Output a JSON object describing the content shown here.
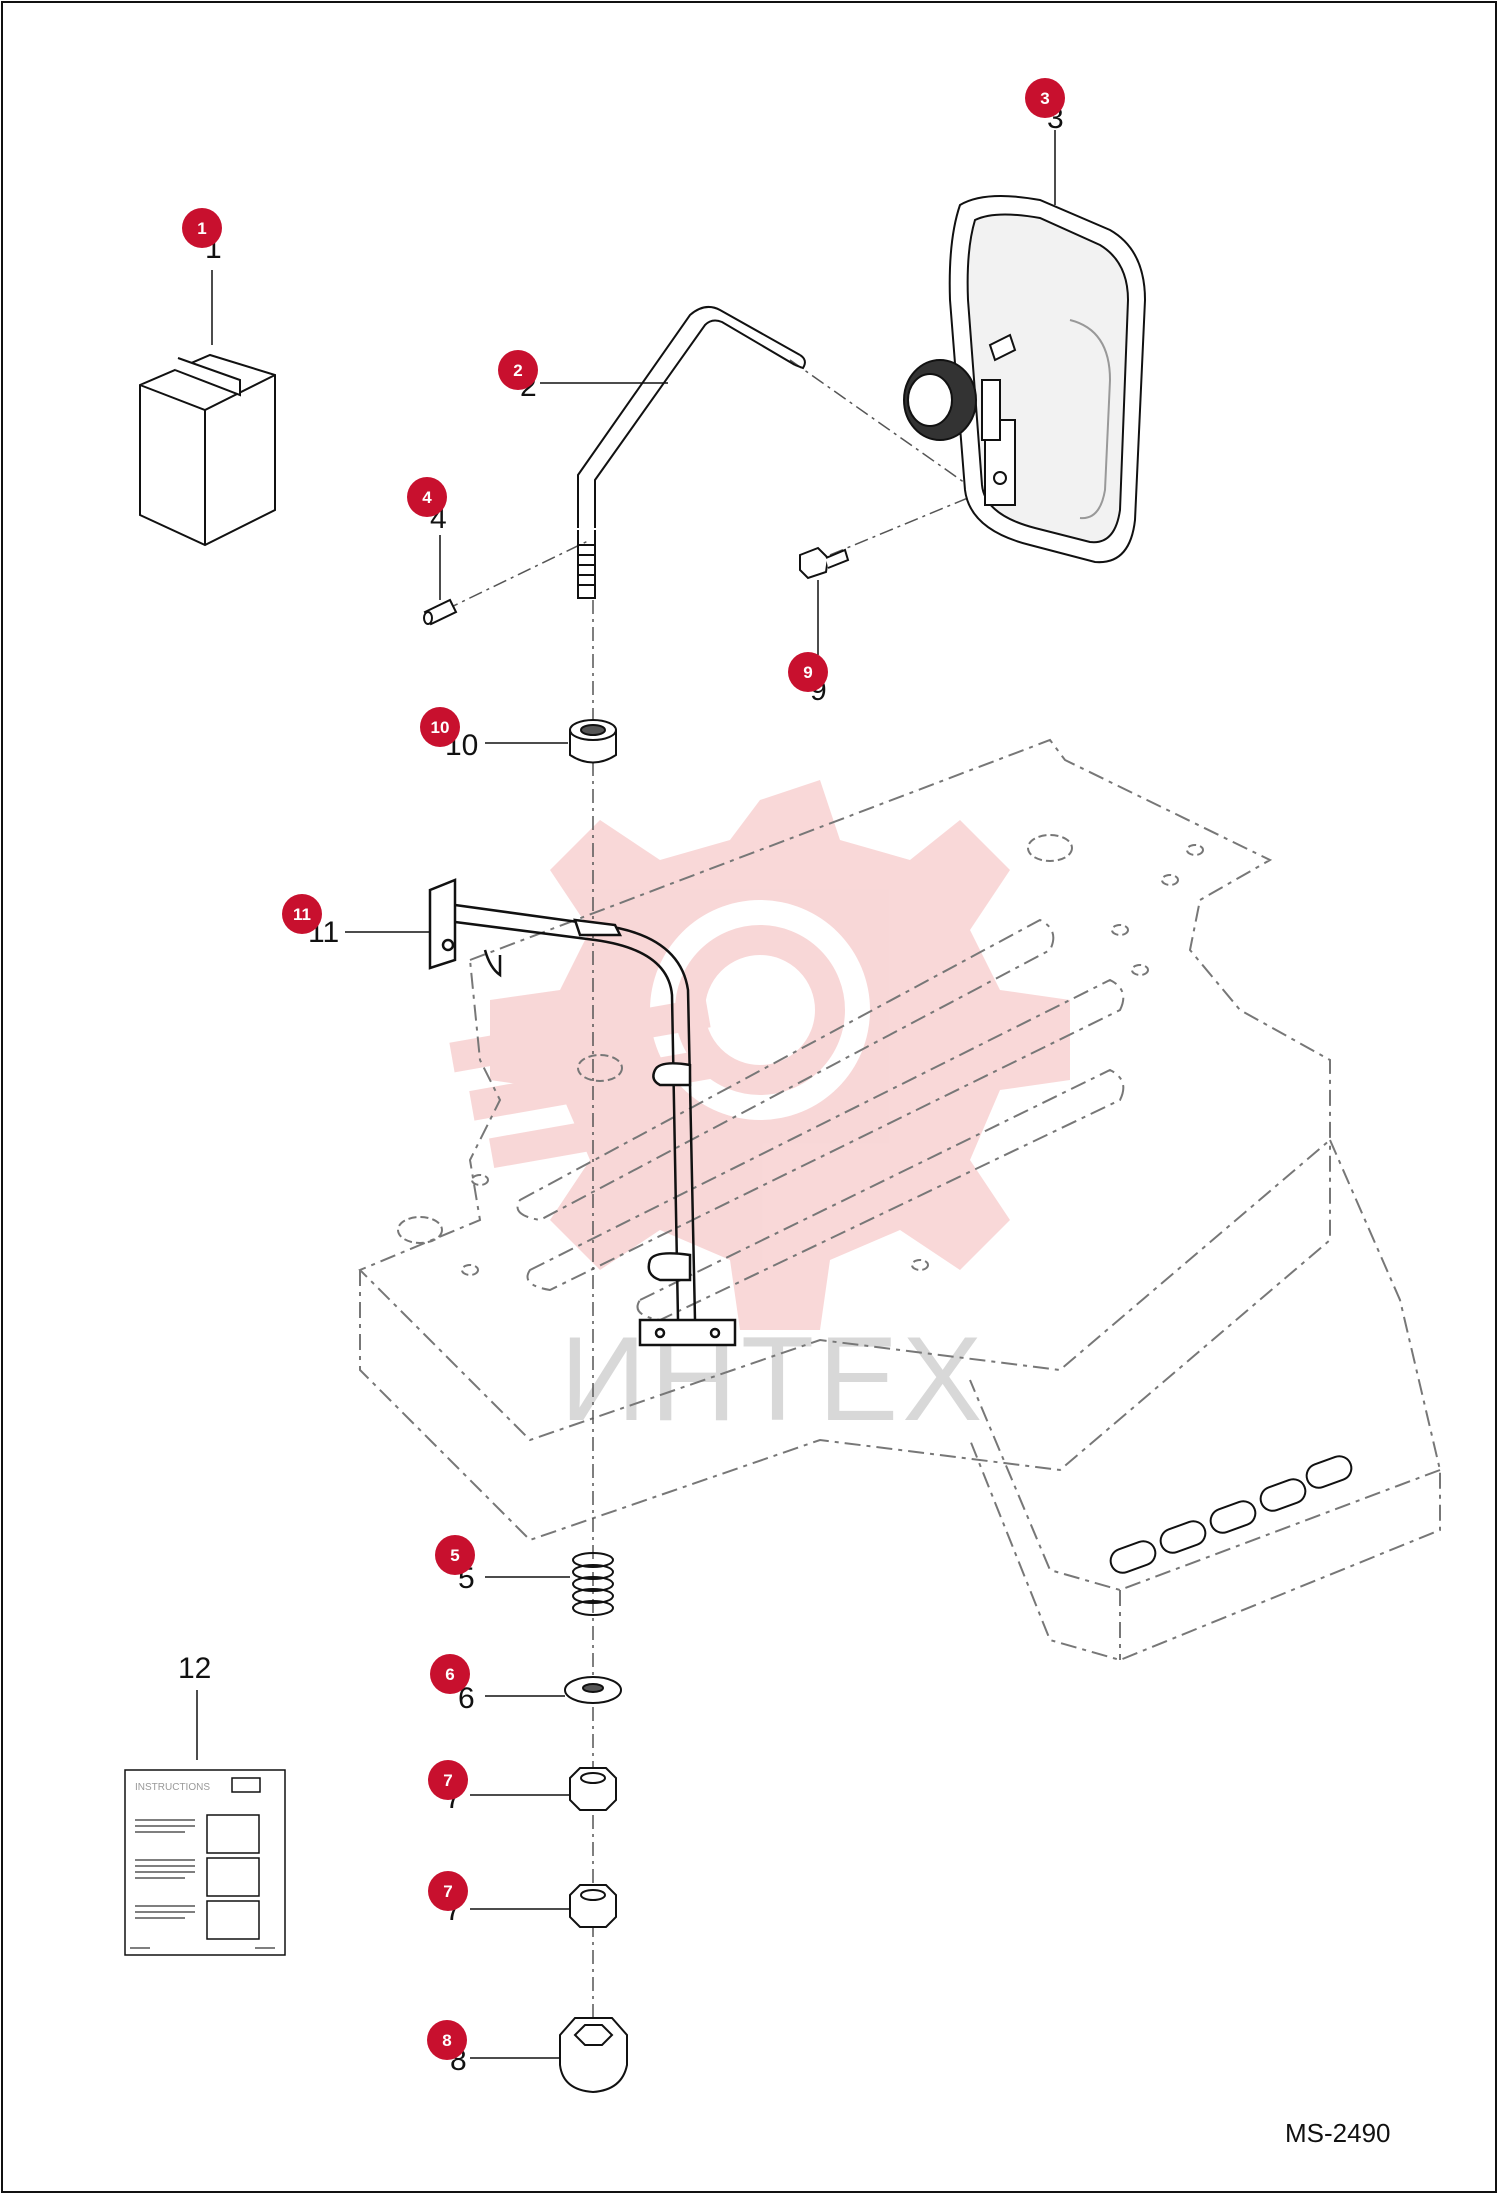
{
  "drawing": {
    "id_label": "MS-2490",
    "watermark": "ИНТЕХ",
    "instructions_label": "INSTRUCTIONS"
  },
  "colors": {
    "callout": "#c8102e",
    "line": "#111111",
    "phantom": "#777777",
    "watermark": "#f4b8b8"
  },
  "callouts": [
    {
      "label": "1"
    },
    {
      "label": "2"
    },
    {
      "label": "3"
    },
    {
      "label": "4"
    },
    {
      "label": "5"
    },
    {
      "label": "6"
    },
    {
      "label": "7"
    },
    {
      "label": "7"
    },
    {
      "label": "8"
    },
    {
      "label": "9"
    },
    {
      "label": "10"
    },
    {
      "label": "11"
    }
  ],
  "part_numbers": [
    "1",
    "2",
    "3",
    "4",
    "5",
    "6",
    "7",
    "7",
    "8",
    "9",
    "10",
    "11",
    "12"
  ]
}
